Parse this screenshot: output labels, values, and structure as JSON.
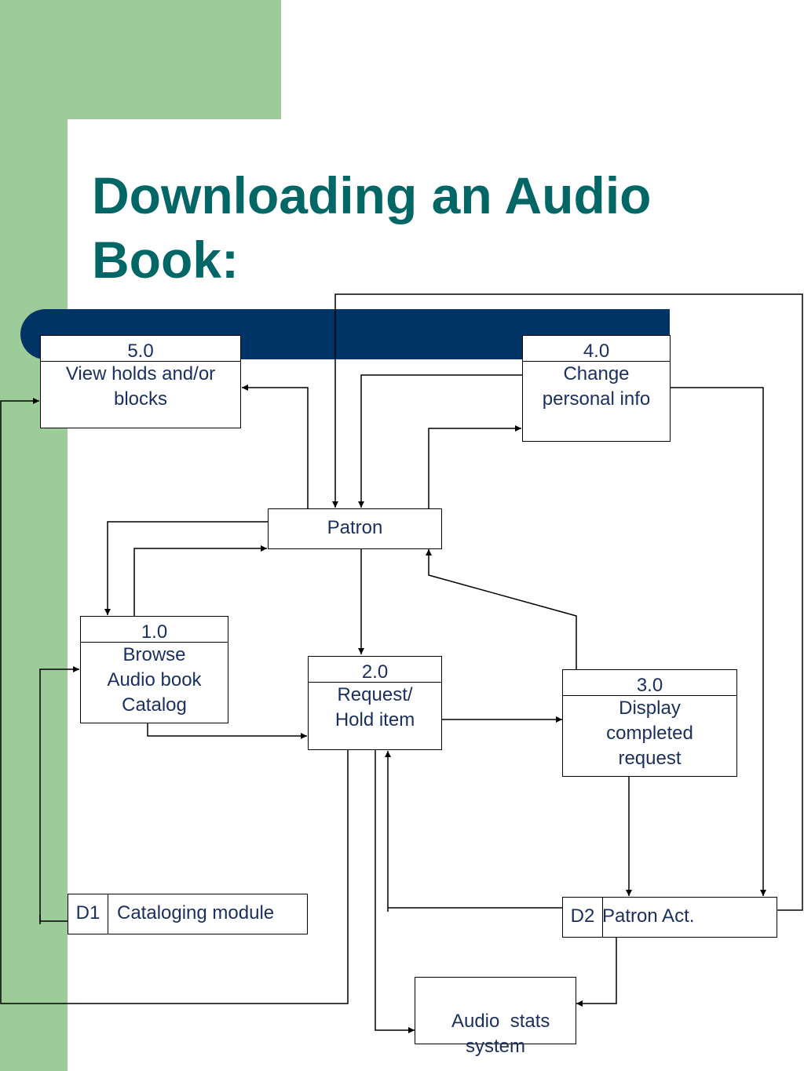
{
  "title": {
    "line1": "Downloading an Audio",
    "line2": "Book:"
  },
  "colors": {
    "title": "#006666",
    "accent_green": "#9ccc98",
    "accent_navy": "#003366",
    "box_text": "#1a2f5e"
  },
  "processes": {
    "p5": {
      "number": "5.0",
      "label": "View holds and/or blocks"
    },
    "p4": {
      "number": "4.0",
      "label": "Change personal info"
    },
    "p1": {
      "number": "1.0",
      "label": "Browse Audio book Catalog"
    },
    "p2": {
      "number": "2.0",
      "label": "Request/ Hold item"
    },
    "p3": {
      "number": "3.0",
      "label": "Display completed request"
    }
  },
  "entities": {
    "patron": "Patron",
    "audio_stats": "Audio  stats system"
  },
  "stores": {
    "d1": {
      "id": "D1",
      "name": "Cataloging module"
    },
    "d2": {
      "id": "D2",
      "name": "Patron Act."
    }
  }
}
